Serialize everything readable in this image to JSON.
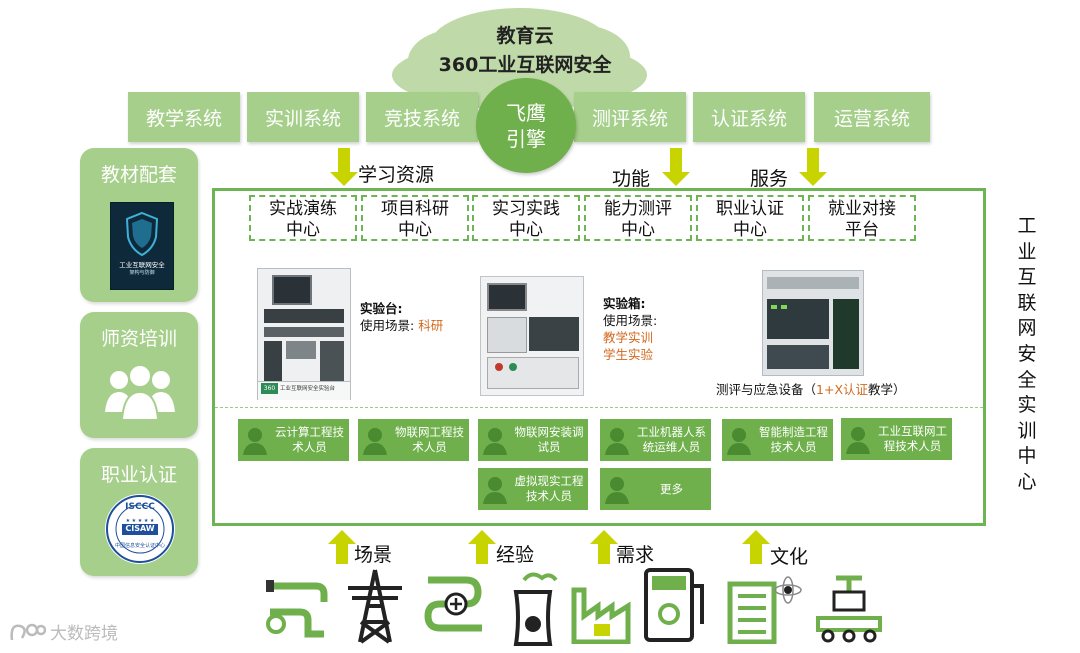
{
  "cloud": {
    "line1": "教育云",
    "line2": "360工业互联网安全"
  },
  "systems": [
    "教学系统",
    "实训系统",
    "竞技系统",
    "测评系统",
    "认证系统",
    "运营系统"
  ],
  "engine": {
    "line1": "飞鹰",
    "line2": "引擎"
  },
  "flow_labels": {
    "learning": "学习资源",
    "function": "功能",
    "service": "服务"
  },
  "side_panels": {
    "textbook": "教材配套",
    "teacher": "师资培训",
    "cert": "职业认证"
  },
  "book": {
    "title": "工业互联网安全",
    "subtitle": "架构与防御"
  },
  "badge": {
    "top": "ISCCC",
    "mid": "CISAW",
    "ring": "中国信息安全认证中心"
  },
  "centers": [
    {
      "l1": "实战演练",
      "l2": "中心"
    },
    {
      "l1": "项目科研",
      "l2": "中心"
    },
    {
      "l1": "实习实践",
      "l2": "中心"
    },
    {
      "l1": "能力测评",
      "l2": "中心"
    },
    {
      "l1": "职业认证",
      "l2": "中心"
    },
    {
      "l1": "就业对接",
      "l2": "平台"
    }
  ],
  "devices": {
    "bench": {
      "name": "实验台:",
      "scene_prefix": "使用场景:",
      "scene": "科研",
      "plate": "工业互联网安全实验台"
    },
    "box": {
      "name": "实验箱:",
      "scene_prefix": "使用场景:",
      "scene1": "教学实训",
      "scene2": "学生实验"
    },
    "eval": {
      "prefix": "测评与应急设备（",
      "cert": "1+X认证",
      "suffix": "教学）"
    }
  },
  "roles_row1": [
    "云计算工程技术人员",
    "物联网工程技术人员",
    "物联网安装调试员",
    "工业机器人系统运维人员",
    "智能制造工程技术人员",
    "工业互联网工程技术人员"
  ],
  "roles_row2": [
    "虚拟现实工程技术人员",
    "更多"
  ],
  "vertical_title": "工业互联网安全实训中心",
  "bottom_labels": {
    "scene": "场景",
    "experience": "经验",
    "demand": "需求",
    "culture": "文化"
  },
  "watermark": "大数跨境",
  "colors": {
    "light_green": "#a5cf8a",
    "mid_green": "#6fb04c",
    "frame_green": "#6db554",
    "arrow_yellow": "#c8d400",
    "accent_orange": "#d2691e"
  }
}
